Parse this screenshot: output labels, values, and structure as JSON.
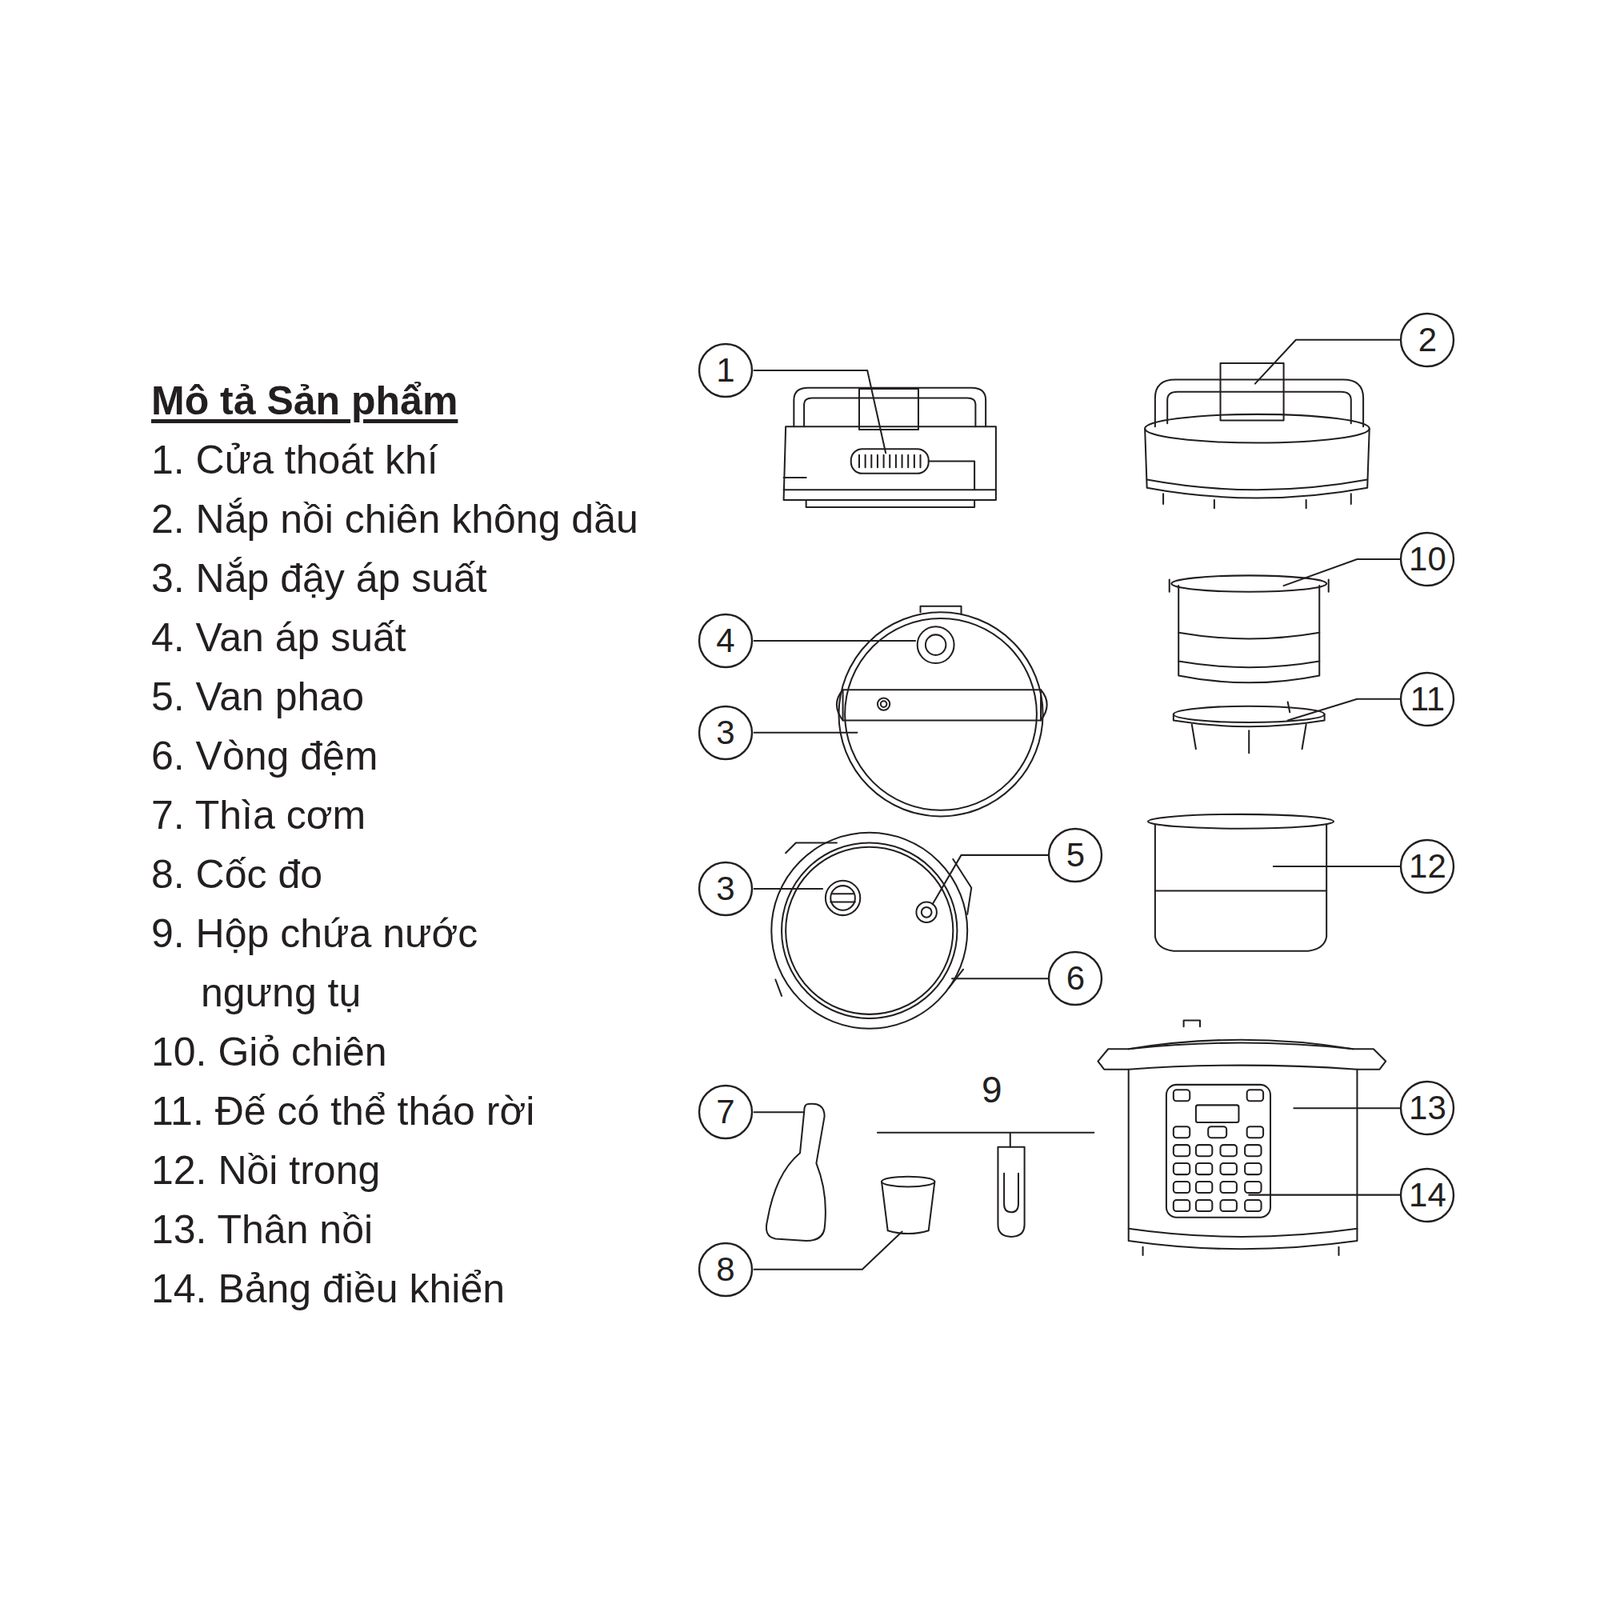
{
  "diagram": {
    "title": "Mô tả Sản phẩm",
    "nodes": [
      {
        "text": [
          "1"
        ]
      },
      {
        "text": [
          "2"
        ]
      },
      {
        "text": [
          "10"
        ]
      },
      {
        "text": [
          "4"
        ]
      },
      {
        "text": [
          "11"
        ]
      },
      {
        "text": [
          "3"
        ]
      },
      {
        "text": [
          "5"
        ]
      },
      {
        "text": [
          "12"
        ]
      },
      {
        "text": [
          "3"
        ]
      },
      {
        "text": [
          "6"
        ]
      },
      {
        "text": [
          "13"
        ]
      },
      {
        "text": [
          "7"
        ]
      },
      {
        "text": [
          "14"
        ]
      },
      {
        "text": [
          "8"
        ]
      }
    ],
    "labels": [
      "1. Cửa thoát khí",
      "2. Nắp nồi chiên không dầu",
      "3. Nắp đậy áp suất",
      "4. Van áp suất",
      "5. Van phao",
      "6. Vòng đệm",
      "7. Thìa cơm",
      "8. Cốc đo",
      "9. Hộp chứa nước ngưng tụ",
      "10. Giỏ chiên",
      "11. Đế có thể tháo rời",
      "12. Nồi trong",
      "13. Thân nồi",
      "14. Bảng điều khiển",
      "9"
    ]
  }
}
